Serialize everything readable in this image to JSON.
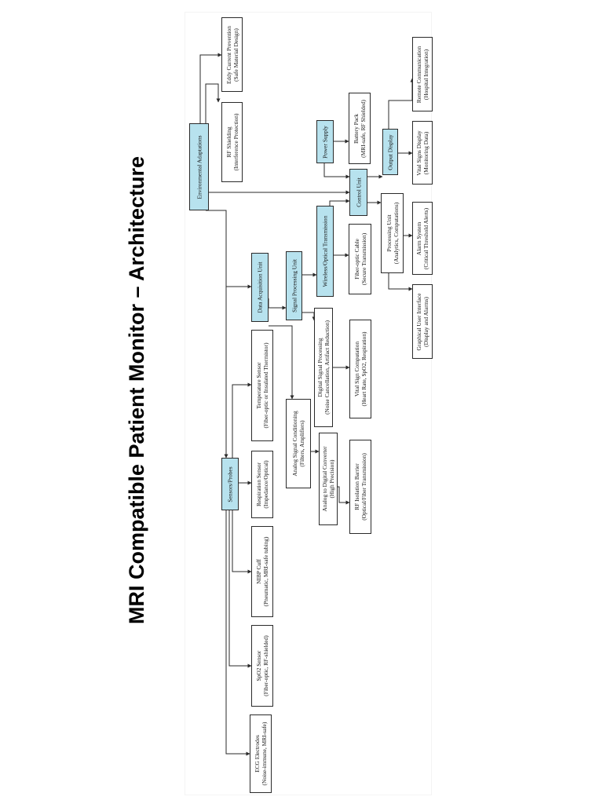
{
  "title": "MRI Compatible Patient Monitor – Architecture",
  "colors": {
    "highlight": "#b7e2ee",
    "line": "#2a2a2a"
  },
  "nodes": {
    "environmental_adaptations": {
      "line1": "Environmental Adaptations"
    },
    "eddy_current": {
      "line1": "Eddy Current Prevention",
      "line2": "(Safe Material Design)"
    },
    "rf_shielding": {
      "line1": "RF Shielding",
      "line2": "(Interference Protection)"
    },
    "power_supply": {
      "line1": "Power Supply"
    },
    "battery_pack": {
      "line1": "Battery Pack",
      "line2": "(MRI-safe, RF Shielded)"
    },
    "output_display": {
      "line1": "Output Display"
    },
    "remote_communication": {
      "line1": "Remote Communication",
      "line2": "(Hospital Integration)"
    },
    "vital_signs_display": {
      "line1": "Vital Signs Display",
      "line2": "(Monitoring Data)"
    },
    "control_unit": {
      "line1": "Control Unit"
    },
    "processing_unit": {
      "line1": "Processing Unit",
      "line2": "(Analytics, Computations)"
    },
    "alarm_system": {
      "line1": "Alarm System",
      "line2": "(Critical Threshold Alerts)"
    },
    "gui": {
      "line1": "Graphical User Interface",
      "line2": "(Display and Alarms)"
    },
    "wireless_transmission": {
      "line1": "Wireless/Optical Transmission"
    },
    "fiber_optic_cable": {
      "line1": "Fiber-optic Cable",
      "line2": "(Secure Transmission)"
    },
    "signal_processing_unit": {
      "line1": "Signal Processing Unit"
    },
    "data_acquisition_unit": {
      "line1": "Data Acquisition Unit"
    },
    "digital_signal_processing": {
      "line1": "Digital Signal Processing",
      "line2": "(Noise Cancellation, Artifact Reduction)"
    },
    "vital_sign_computation": {
      "line1": "Vital Sign Computation",
      "line2": "(Heart Rate, SpO2, Respiration)"
    },
    "analog_signal_conditioning": {
      "line1": "Analog Signal Conditioning",
      "line2": "(Filters, Amplifiers)"
    },
    "adc": {
      "line1": "Analog to Digital Converter",
      "line2": "(High Precision)"
    },
    "rf_isolation_barrier": {
      "line1": "RF Isolation Barrier",
      "line2": "(Optical/Fiber Transmission)"
    },
    "sensors_probes": {
      "line1": "Sensors/Probes"
    },
    "temperature_sensor": {
      "line1": "Temperature Sensor",
      "line2": "(Fiber-optic or Insulated Thermistor)"
    },
    "respiration_sensor": {
      "line1": "Respiration Sensor",
      "line2": "(Impedance/Optical)"
    },
    "nibp_cuff": {
      "line1": "NIBP Cuff",
      "line2": "(Pneumatic, MRI-safe tubing)"
    },
    "spo2_sensor": {
      "line1": "SpO2 Sensor",
      "line2": "(Fiber-optic, RF-shielded)"
    },
    "ecg_electrodes": {
      "line1": "ECG Electrodes",
      "line2": "(Noise-immune, MRI-safe)"
    }
  }
}
